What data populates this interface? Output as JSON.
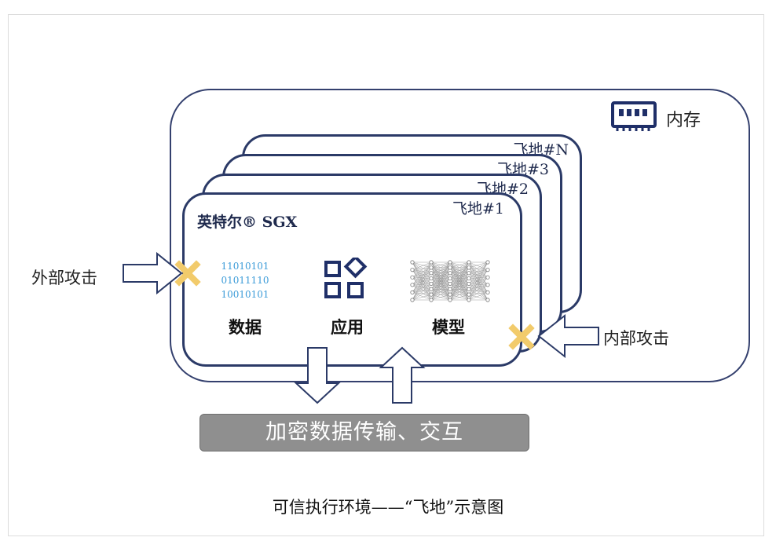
{
  "memory": {
    "label": "内存",
    "icon": "memory-chip-icon"
  },
  "enclaves": [
    {
      "label": "飞地#N"
    },
    {
      "label": "飞地#3"
    },
    {
      "label": "飞地#2"
    },
    {
      "label": "飞地#1"
    }
  ],
  "sgx_label": "英特尔® SGX",
  "contents": {
    "binary": [
      "11010101",
      "01011110",
      "10010101"
    ],
    "data_label": "数据",
    "app_label": "应用",
    "model_label": "模型"
  },
  "attacks": {
    "external": "外部攻击",
    "internal": "内部攻击"
  },
  "transfer_label": "加密数据传输、交互",
  "caption": "可信执行环境——“飞地”示意图",
  "colors": {
    "frame": "#2b3a67",
    "binary_text": "#3b9bd8",
    "blocked_marker": "#f2cb6b",
    "bar": "#8f8f8f"
  }
}
